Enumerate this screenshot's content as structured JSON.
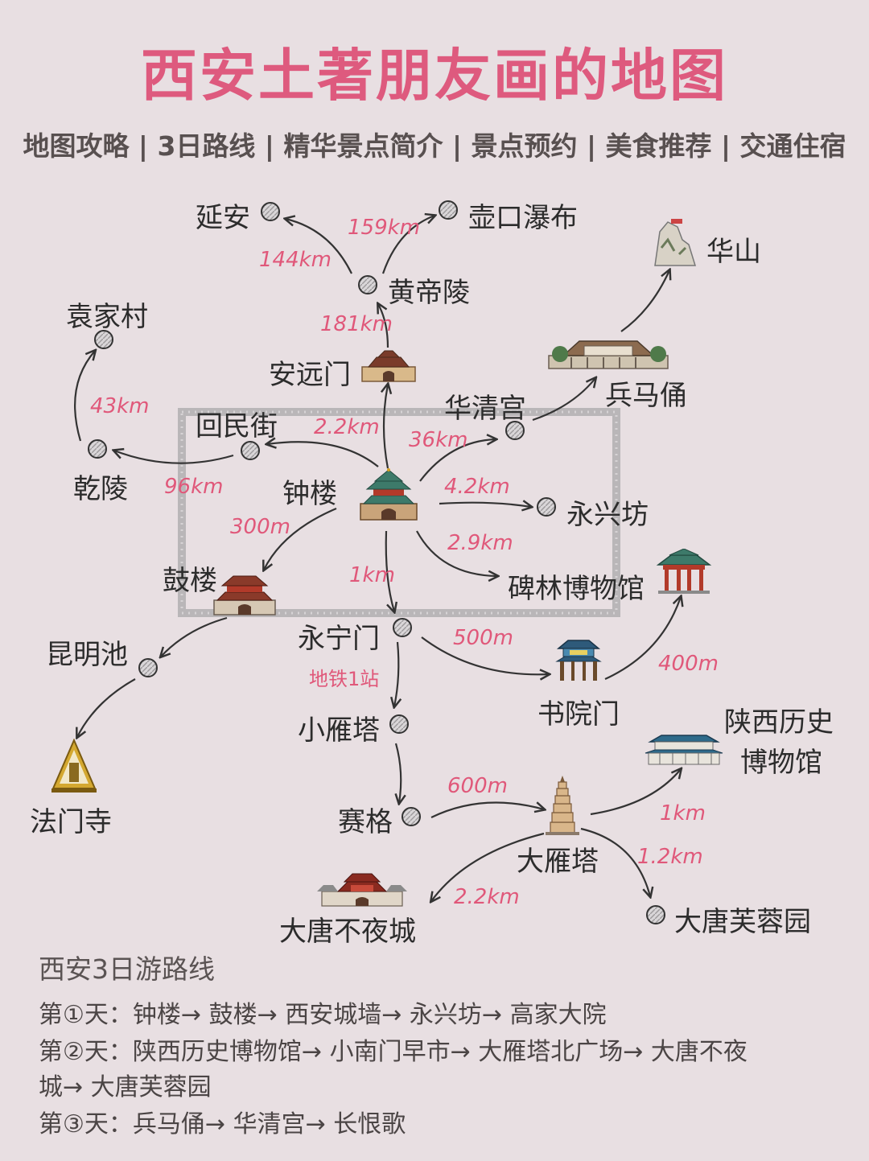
{
  "title": "西安土著朋友画的地图",
  "subtitle": "地图攻略 | 3日路线 | 精华景点简介 | 景点预约 | 美食推荐 | 交通住宿",
  "places": {
    "yanan": "延安",
    "hukou": "壶口瀑布",
    "huashan": "华山",
    "huangdiling": "黄帝陵",
    "yuanjiacun": "袁家村",
    "anyuanmen": "安远门",
    "bingmayong": "兵马俑",
    "huiminjie": "回民街",
    "huaqinggong": "华清宫",
    "qianling": "乾陵",
    "zhonglou": "钟楼",
    "yongxingfang": "永兴坊",
    "gulou": "鼓楼",
    "beilin": "碑林博物馆",
    "kunmingchi": "昆明池",
    "yongningmen": "永宁门",
    "shuyuanmen": "书院门",
    "xiaoyanta": "小雁塔",
    "shaanxi_museum_1": "陕西历史",
    "shaanxi_museum_2": "博物馆",
    "famensi": "法门寺",
    "saige": "赛格",
    "dayanta": "大雁塔",
    "datangbuyecheng": "大唐不夜城",
    "datangfurongyuan": "大唐芙蓉园"
  },
  "distances": {
    "huangdiling_yanan": "144km",
    "huangdiling_hukou": "159km",
    "anyuanmen_huangdiling": "181km",
    "qianling_yuanjiacun": "43km",
    "zhonglou_huiminjie": "2.2km",
    "zhonglou_huaqinggong": "36km",
    "huiminjie_qianling": "96km",
    "zhonglou_yongxingfang": "4.2km",
    "zhonglou_gulou": "300m",
    "zhonglou_beilin": "2.9km",
    "zhonglou_yongningmen": "1km",
    "yongningmen_shuyuanmen": "500m",
    "shuyuanmen_beilin": "400m",
    "yongningmen_xiaoyanta": "地铁1站",
    "saige_dayanta": "600m",
    "dayanta_museum": "1km",
    "dayanta_furongyuan": "1.2km",
    "dayanta_buyecheng": "2.2km"
  },
  "route": {
    "title": "西安3日游路线",
    "day1": "第①天：钟楼→ 鼓楼→ 西安城墙→ 永兴坊→ 高家大院",
    "day2a": "第②天：陕西历史博物馆→ 小南门早市→ 大雁塔北广场→ 大唐不夜",
    "day2b": "城→ 大唐芙蓉园",
    "day3": "第③天：兵马俑→ 华清宫→ 长恨歌"
  },
  "colors": {
    "background": "#e8dfe2",
    "title": "#de5a7e",
    "distance": "#e0587a",
    "city_wall": "#b9b6b8"
  }
}
